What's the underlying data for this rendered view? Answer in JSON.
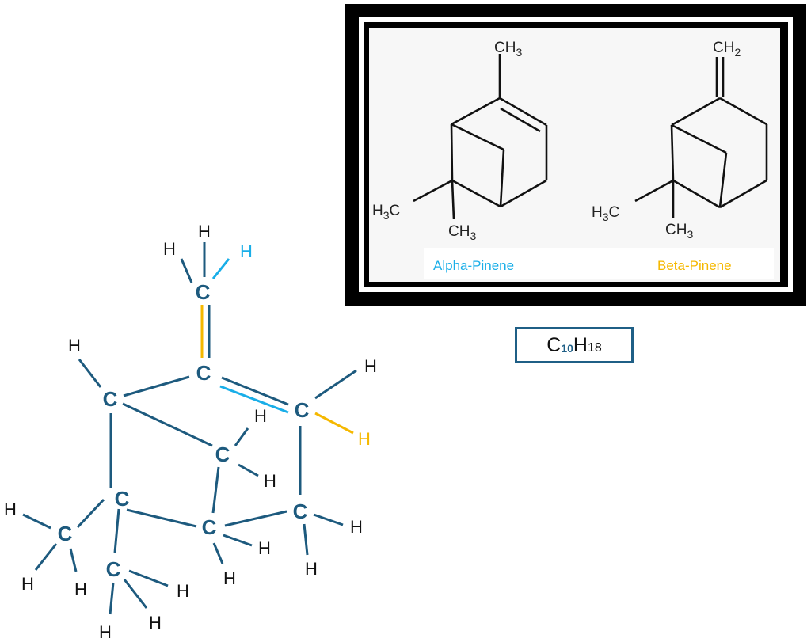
{
  "colors": {
    "bond": "#1d5a7e",
    "carbon": "#1d5a7e",
    "hydrogen": "#111111",
    "alpha_highlight": "#19aee8",
    "beta_highlight": "#f5b800",
    "frame": "#000000",
    "formula_border": "#1f5f86"
  },
  "structure": {
    "carbon_label": "C",
    "hydrogen_label": "H",
    "atoms": [
      {
        "id": "c1",
        "el": "C"
      },
      {
        "id": "c2",
        "el": "C"
      },
      {
        "id": "c3",
        "el": "C"
      },
      {
        "id": "c4",
        "el": "C"
      },
      {
        "id": "c5",
        "el": "C"
      },
      {
        "id": "c6",
        "el": "C"
      },
      {
        "id": "c7",
        "el": "C"
      },
      {
        "id": "c8",
        "el": "C"
      },
      {
        "id": "c9",
        "el": "C"
      },
      {
        "id": "c10",
        "el": "C"
      }
    ],
    "highlights": {
      "alpha_hydrogen": "H",
      "beta_hydrogen": "H"
    }
  },
  "reference_panel": {
    "alpha": {
      "name": "Alpha-Pinene",
      "top_group": "CH",
      "top_sub": "3",
      "left_group_pre": "H",
      "left_group_sub": "3",
      "left_group_post": "C",
      "bottom_group": "CH",
      "bottom_sub": "3"
    },
    "beta": {
      "name": "Beta-Pinene",
      "top_group": "CH",
      "top_sub": "2",
      "left_group_pre": "H",
      "left_group_sub": "3",
      "left_group_post": "C",
      "bottom_group": "CH",
      "bottom_sub": "3"
    }
  },
  "formula": {
    "c_symbol": "C",
    "c_count": "10",
    "h_symbol": "H",
    "h_count": "18"
  }
}
